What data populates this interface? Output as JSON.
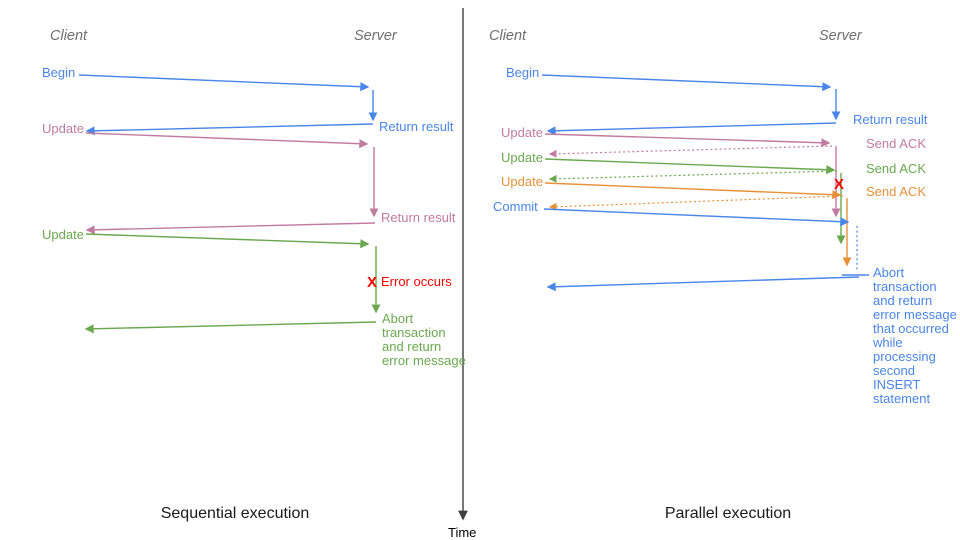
{
  "colors": {
    "blue": "#4a86e8",
    "pink": "#c27ba0",
    "green": "#6aa84f",
    "orange": "#e69138",
    "red": "#ff0000",
    "gray": "#6f6f6f",
    "axis": "#3f3f3f",
    "text": "#1a1a1a"
  },
  "time_label": "Time",
  "panels": {
    "left": {
      "caption": "Sequential execution",
      "client": "Client",
      "server": "Server",
      "begin": "Begin",
      "return_result_1": "Return result",
      "update_1": "Update",
      "return_result_2": "Return result",
      "update_2": "Update",
      "error_mark": "X",
      "error_label": "Error occurs",
      "abort_lines": [
        "Abort",
        "transaction",
        "and return",
        "error message"
      ]
    },
    "right": {
      "caption": "Parallel execution",
      "client": "Client",
      "server": "Server",
      "begin": "Begin",
      "return_result": "Return result",
      "update_1": "Update",
      "send_ack_1": "Send ACK",
      "update_2": "Update",
      "send_ack_2": "Send ACK",
      "update_3": "Update",
      "send_ack_3": "Send ACK",
      "commit": "Commit",
      "error_mark": "X",
      "abort_lines": [
        "Abort",
        "transaction",
        "and return",
        "error message",
        "that occurred",
        "while",
        "processing",
        "second",
        "INSERT",
        "statement"
      ]
    }
  }
}
